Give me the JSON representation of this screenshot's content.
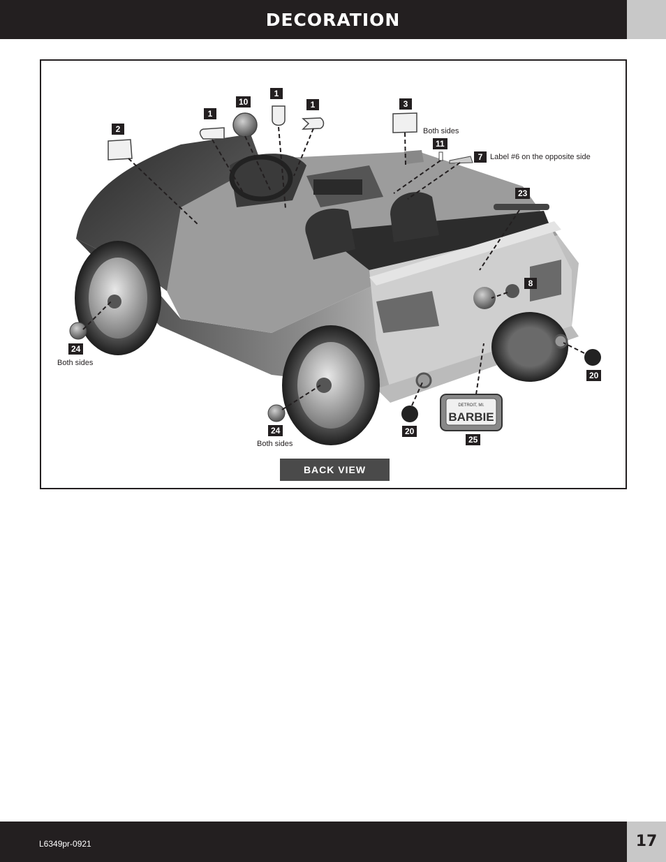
{
  "header": {
    "title": "DECORATION"
  },
  "callouts": {
    "c1_left": "1",
    "c10": "10",
    "c1_center": "1",
    "c1_right": "1",
    "c2": "2",
    "c3": "3",
    "c11": "11",
    "c7": "7",
    "c23": "23",
    "c8": "8",
    "c24_left": "24",
    "c24_center": "24",
    "c20_right": "20",
    "c20_center": "20",
    "c25": "25"
  },
  "notes": {
    "both_sides_3": "Both sides",
    "label6": "Label #6 on the opposite side",
    "both_sides_24_left": "Both sides",
    "both_sides_24_center": "Both sides"
  },
  "plate": {
    "top": "DETROIT, MI.",
    "name": "BARBIE"
  },
  "view_label": "BACK VIEW",
  "footer": {
    "code": "L6349pr-0921",
    "page": "17"
  },
  "colors": {
    "dark": "#231f20",
    "tab": "#c8c8c8",
    "label_bg": "#4a4a4a"
  }
}
